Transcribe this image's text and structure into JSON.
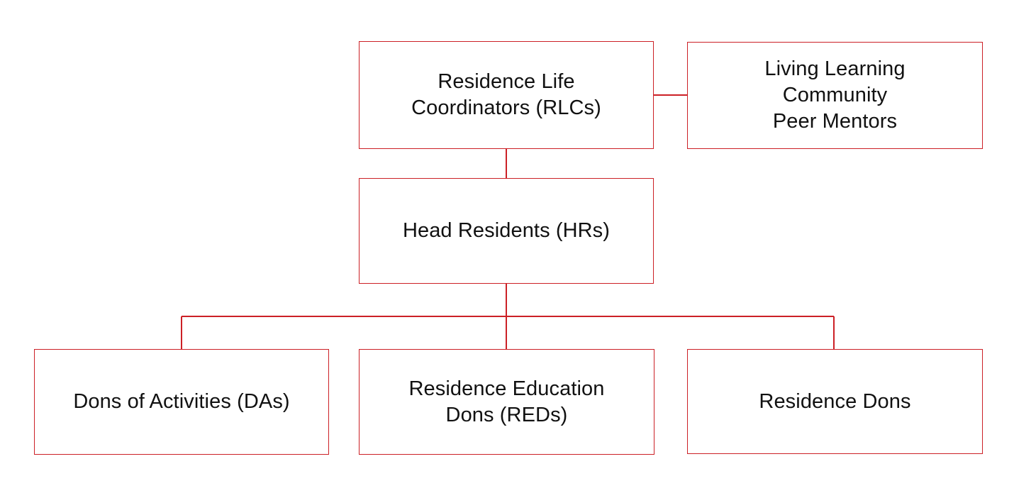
{
  "chart_data": {
    "type": "diagram",
    "subtype": "organizational-hierarchy-chart",
    "title": "",
    "background_color": "#ffffff",
    "box_border_color": "#cc2026",
    "box_fill_color": "#ffffff",
    "connector_color": "#cc2026",
    "text_color": "#111111",
    "nodes": [
      {
        "id": "rlc",
        "label": "Residence Life\nCoordinators (RLCs)",
        "level": 1,
        "column": "center"
      },
      {
        "id": "llc",
        "label": "Living Learning\nCommunity\nPeer Mentors",
        "level": 1,
        "column": "right"
      },
      {
        "id": "hr",
        "label": "Head Residents (HRs)",
        "level": 2,
        "column": "center"
      },
      {
        "id": "da",
        "label": "Dons of Activities (DAs)",
        "level": 3,
        "column": "left"
      },
      {
        "id": "red",
        "label": "Residence Education\nDons (REDs)",
        "level": 3,
        "column": "center"
      },
      {
        "id": "residencedons",
        "label": "Residence Dons",
        "level": 3,
        "column": "right"
      }
    ],
    "edges": [
      {
        "from": "rlc",
        "to": "llc",
        "style": "horizontal-link"
      },
      {
        "from": "rlc",
        "to": "hr",
        "style": "vertical-link"
      },
      {
        "from": "hr",
        "to": "da",
        "style": "orthogonal-bus"
      },
      {
        "from": "hr",
        "to": "red",
        "style": "vertical-link"
      },
      {
        "from": "hr",
        "to": "residencedons",
        "style": "orthogonal-bus"
      }
    ]
  },
  "nodes": {
    "rlc": {
      "label": "Residence Life\nCoordinators (RLCs)"
    },
    "llc": {
      "label": "Living Learning\nCommunity\nPeer Mentors"
    },
    "hr": {
      "label": "Head Residents (HRs)"
    },
    "da": {
      "label": "Dons of Activities (DAs)"
    },
    "red": {
      "label": "Residence Education\nDons (REDs)"
    },
    "residencedons": {
      "label": "Residence Dons"
    }
  }
}
